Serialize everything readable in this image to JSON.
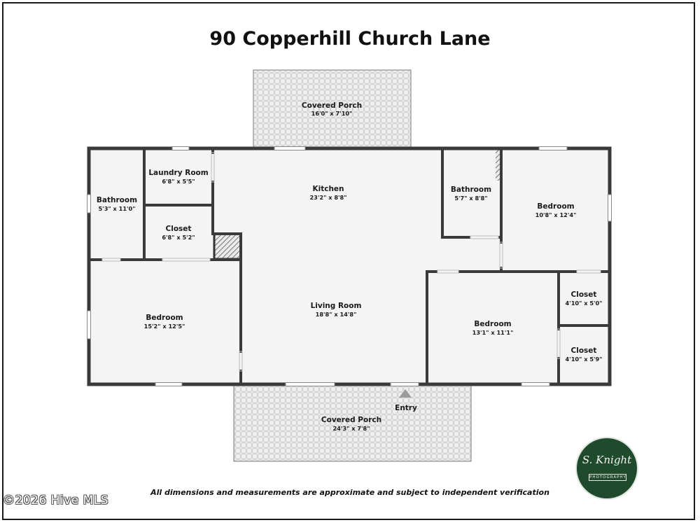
{
  "title": "90 Copperhill Church Lane",
  "rooms": {
    "porch_top": {
      "name": "Covered Porch",
      "dim": "16'0\" x 7'10\""
    },
    "laundry": {
      "name": "Laundry Room",
      "dim": "6'8\" x 5'5\""
    },
    "kitchen": {
      "name": "Kitchen",
      "dim": "23'2\" x 8'8\""
    },
    "bath_left": {
      "name": "Bathroom",
      "dim": "5'3\" x 11'0\""
    },
    "closet_left": {
      "name": "Closet",
      "dim": "6'8\" x 5'2\""
    },
    "bath_center": {
      "name": "Bathroom",
      "dim": "5'7\" x 8'8\""
    },
    "bedroom_tr": {
      "name": "Bedroom",
      "dim": "10'8\" x 12'4\""
    },
    "living": {
      "name": "Living Room",
      "dim": "18'8\" x 14'8\""
    },
    "bedroom_left": {
      "name": "Bedroom",
      "dim": "15'2\" x 12'5\""
    },
    "bedroom_mid": {
      "name": "Bedroom",
      "dim": "13'1\" x 11'1\""
    },
    "closet_r1": {
      "name": "Closet",
      "dim": "4'10\" x 5'0\""
    },
    "closet_r2": {
      "name": "Closet",
      "dim": "4'10\" x 5'9\""
    },
    "porch_bottom": {
      "name": "Covered Porch",
      "dim": "24'3\" x 7'8\""
    }
  },
  "entry_label": "Entry",
  "disclaimer": "All dimensions and measurements are approximate and subject to independent verification",
  "copyright": "©2026 Hive MLS",
  "logo": {
    "name": "S. Knight",
    "sub": "PHOTOGRAPHY"
  },
  "colors": {
    "wall": "#3a3a3a",
    "floor": "#f4f4f4",
    "porch": "#e8e8e8",
    "logo_bg": "#1f4a2c"
  }
}
